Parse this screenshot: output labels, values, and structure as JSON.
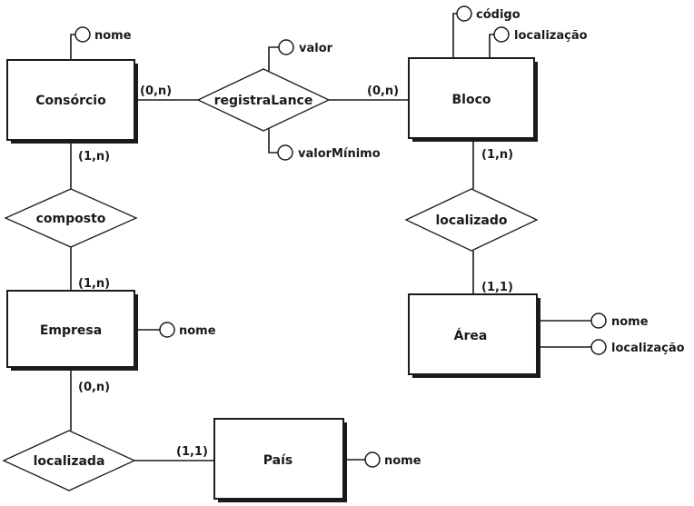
{
  "entities": {
    "consorcio": "Consórcio",
    "bloco": "Bloco",
    "empresa": "Empresa",
    "area": "Área",
    "pais": "País"
  },
  "relationships": {
    "registra_lance": "registraLance",
    "composto": "composto",
    "localizado": "localizado",
    "localizada": "localizada"
  },
  "attributes": {
    "consorcio_nome": "nome",
    "lance_valor": "valor",
    "lance_valor_minimo": "valorMínimo",
    "bloco_codigo": "código",
    "bloco_localizacao": "localização",
    "empresa_nome": "nome",
    "area_nome": "nome",
    "area_localizacao": "localização",
    "pais_nome": "nome"
  },
  "cardinalities": {
    "consorcio_registra": "(0,n)",
    "bloco_registra": "(0,n)",
    "consorcio_composto": "(1,n)",
    "empresa_composto": "(1,n)",
    "bloco_localizado": "(1,n)",
    "area_localizado": "(1,1)",
    "empresa_localizada": "(0,n)",
    "pais_localizada": "(1,1)"
  }
}
